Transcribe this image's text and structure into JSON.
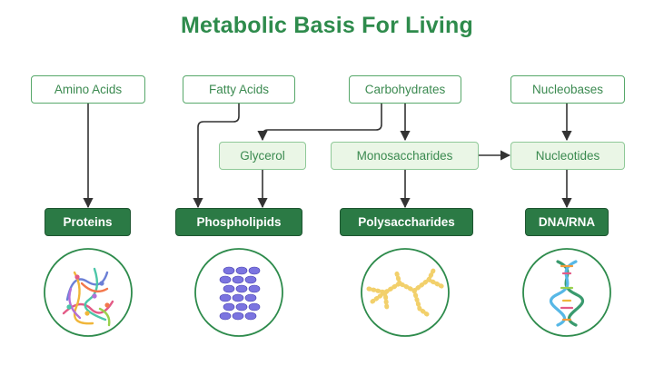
{
  "title": "Metabolic Basis For Living",
  "nodes": {
    "amino_acids": "Amino Acids",
    "fatty_acids": "Fatty Acids",
    "carbohydrates": "Carbohydrates",
    "nucleobases": "Nucleobases",
    "glycerol": "Glycerol",
    "monosaccharides": "Monosaccharides",
    "nucleotides": "Nucleotides",
    "proteins": "Proteins",
    "phospholipids": "Phospholipids",
    "polysaccharides": "Polysaccharides",
    "dna_rna": "DNA/RNA"
  },
  "colors": {
    "title": "#2e8b4c",
    "dark_box": "#2b7a45",
    "light_box": "#eaf6e6",
    "arrow": "#333333"
  },
  "icons": [
    "protein-structure-icon",
    "phospholipid-bilayer-icon",
    "polysaccharide-chain-icon",
    "dna-helix-icon"
  ]
}
